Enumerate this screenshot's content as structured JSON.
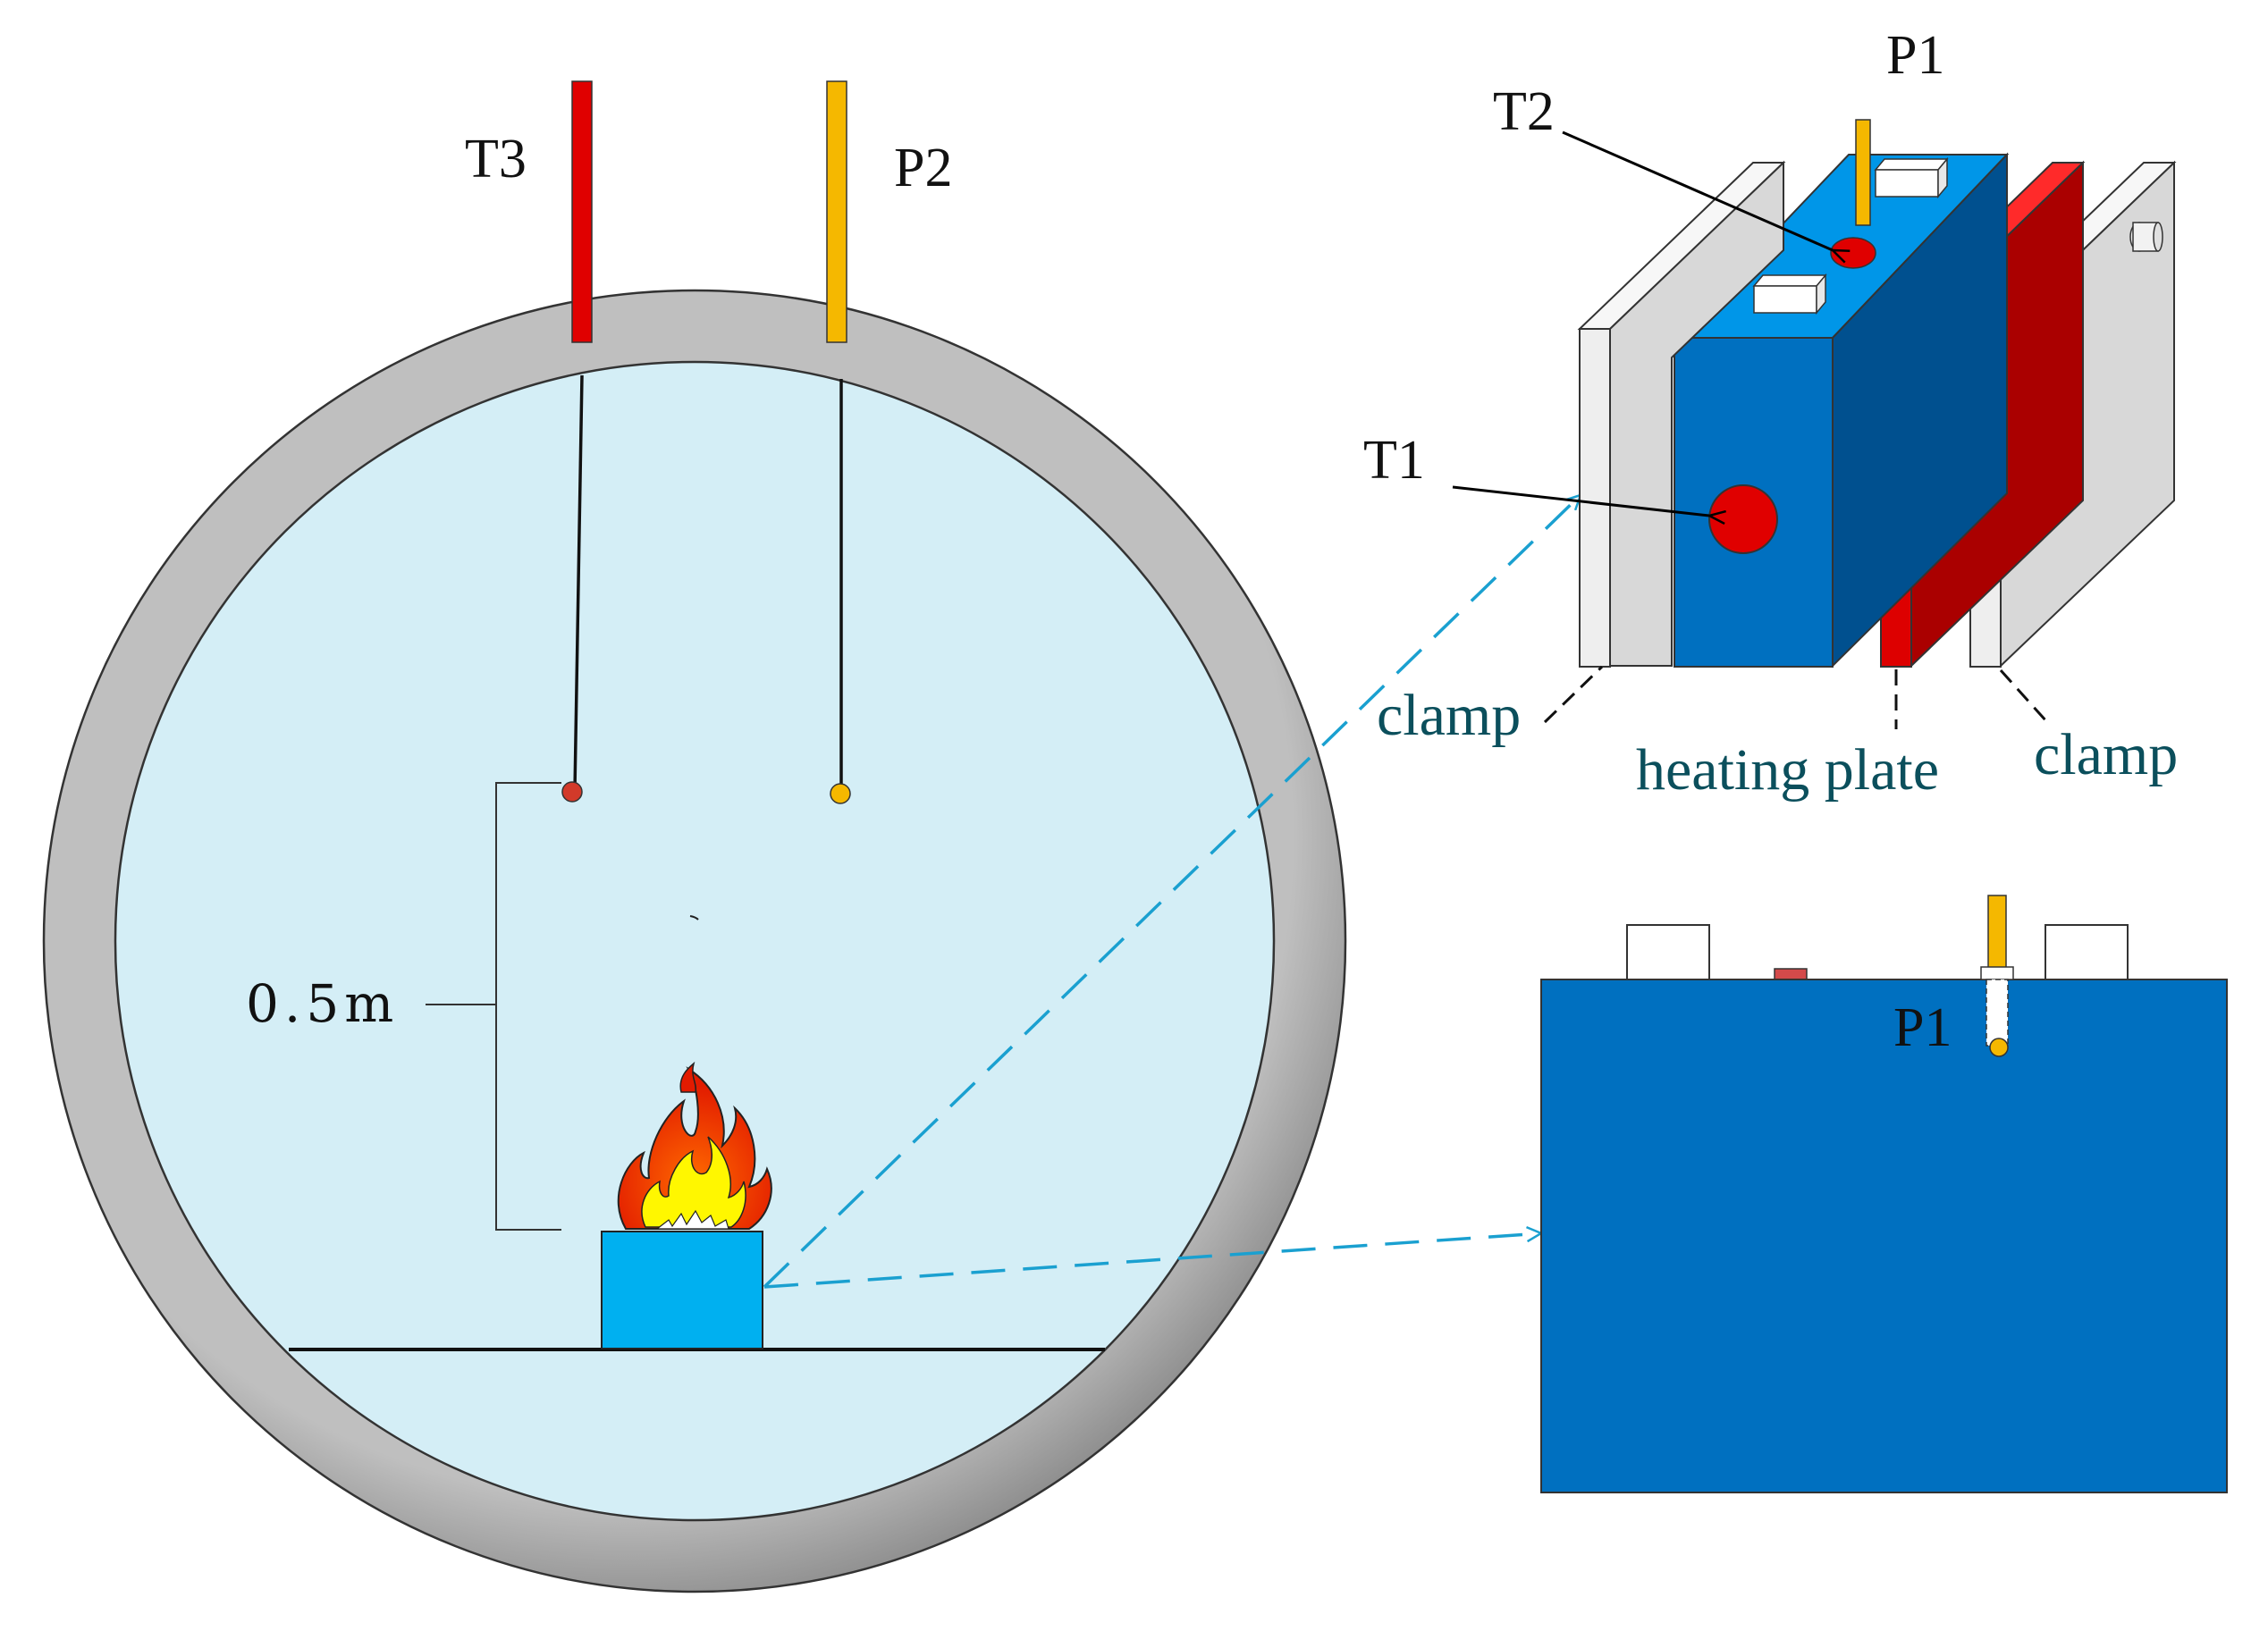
{
  "labels": {
    "t3": "T3",
    "p2": "P2",
    "p1_top": "P1",
    "t2": "T2",
    "t1": "T1",
    "clamp_left": "clamp",
    "heating_plate": "heating plate",
    "clamp_right": "clamp",
    "distance": "0.5m",
    "p1_front": "P1"
  },
  "colors": {
    "chamber_wall": "#b3b3b3",
    "chamber_interior": "#d4eef6",
    "battery_cell": "#0070c0",
    "battery_top": "#0096e8",
    "battery_side": "#00508f",
    "heating_plate": "#dd0000",
    "thermocouple": "#e00000",
    "pressure_sensor": "#f5b800",
    "clamp": "#eeeeee",
    "callout_line": "#1aa0d0",
    "label_teal": "#0b4f5c"
  }
}
